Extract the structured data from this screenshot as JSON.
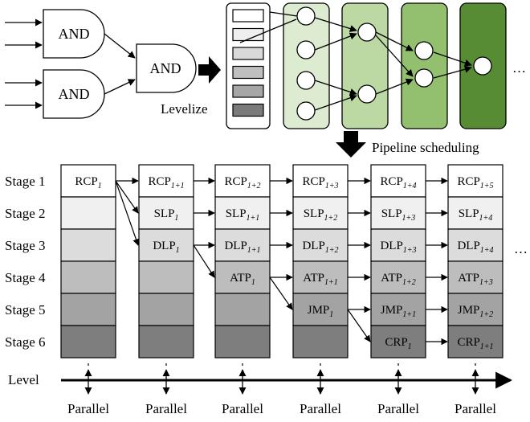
{
  "top": {
    "gate_label": "AND",
    "levelize_label": "Levelize",
    "ellipsis": "…",
    "pipeline_label": "Pipeline scheduling"
  },
  "stages": [
    "Stage 1",
    "Stage 2",
    "Stage 3",
    "Stage 4",
    "Stage 5",
    "Stage 6"
  ],
  "level_label": "Level",
  "parallel_label": "Parallel",
  "ellipsis_right": "…",
  "stage_fills": [
    "#ffffff",
    "#f0f0f0",
    "#dcdcdc",
    "#bdbdbd",
    "#a3a3a3",
    "#7e7e7e"
  ],
  "level_fills": [
    "#ffffff",
    "#efefef",
    "#d9d9d9",
    "#bfbfbf",
    "#a6a6a6",
    "#7b7b7b"
  ],
  "panel_fills": [
    "#ddecd0",
    "#bcd9a4",
    "#93c06f",
    "#578b34"
  ],
  "columns": [
    {
      "cells": [
        {
          "stage": 0,
          "name": "RCP",
          "sub": "1"
        }
      ]
    },
    {
      "cells": [
        {
          "stage": 0,
          "name": "RCP",
          "sub": "1+1"
        },
        {
          "stage": 1,
          "name": "SLP",
          "sub": "1"
        },
        {
          "stage": 2,
          "name": "DLP",
          "sub": "1"
        }
      ]
    },
    {
      "cells": [
        {
          "stage": 0,
          "name": "RCP",
          "sub": "1+2"
        },
        {
          "stage": 1,
          "name": "SLP",
          "sub": "1+1"
        },
        {
          "stage": 2,
          "name": "DLP",
          "sub": "1+1"
        },
        {
          "stage": 3,
          "name": "ATP",
          "sub": "1"
        }
      ]
    },
    {
      "cells": [
        {
          "stage": 0,
          "name": "RCP",
          "sub": "1+3"
        },
        {
          "stage": 1,
          "name": "SLP",
          "sub": "1+2"
        },
        {
          "stage": 2,
          "name": "DLP",
          "sub": "1+2"
        },
        {
          "stage": 3,
          "name": "ATP",
          "sub": "1+1"
        },
        {
          "stage": 4,
          "name": "JMP",
          "sub": "1"
        }
      ]
    },
    {
      "cells": [
        {
          "stage": 0,
          "name": "RCP",
          "sub": "1+4"
        },
        {
          "stage": 1,
          "name": "SLP",
          "sub": "1+3"
        },
        {
          "stage": 2,
          "name": "DLP",
          "sub": "1+3"
        },
        {
          "stage": 3,
          "name": "ATP",
          "sub": "1+2"
        },
        {
          "stage": 4,
          "name": "JMP",
          "sub": "1+1"
        },
        {
          "stage": 5,
          "name": "CRP",
          "sub": "1"
        }
      ]
    },
    {
      "cells": [
        {
          "stage": 0,
          "name": "RCP",
          "sub": "1+5"
        },
        {
          "stage": 1,
          "name": "SLP",
          "sub": "1+4"
        },
        {
          "stage": 2,
          "name": "DLP",
          "sub": "1+4"
        },
        {
          "stage": 3,
          "name": "ATP",
          "sub": "1+3"
        },
        {
          "stage": 4,
          "name": "JMP",
          "sub": "1+2"
        },
        {
          "stage": 5,
          "name": "CRP",
          "sub": "1+1"
        }
      ]
    }
  ]
}
